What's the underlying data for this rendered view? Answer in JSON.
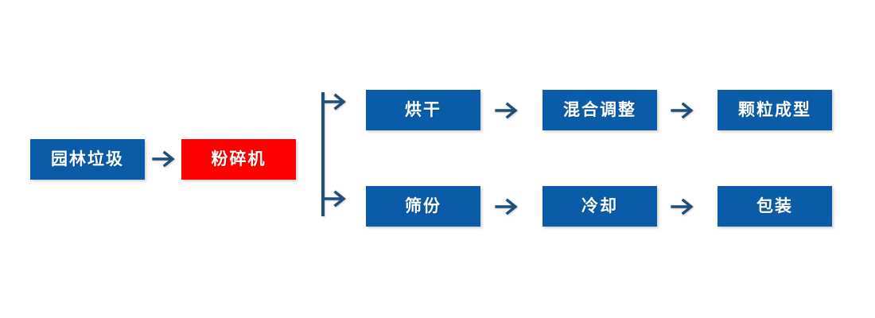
{
  "diagram": {
    "type": "process-flowchart",
    "title": "",
    "colors": {
      "box_blue": "#0A5CA8",
      "box_red": "#FF0000",
      "arrow_navy": "#1F4E79",
      "text_white": "#FFFFFF",
      "background": "#FFFFFF"
    },
    "input_stage": {
      "nodes": [
        {
          "id": "garden-waste",
          "label": "园林垃圾",
          "color": "blue"
        },
        {
          "id": "crusher",
          "label": "粉碎机",
          "color": "red"
        }
      ],
      "arrow_label": "→"
    },
    "branch": {
      "name": "split-connector",
      "outputs": 2
    },
    "rows": [
      {
        "id": "top-row",
        "nodes": [
          {
            "id": "drying",
            "label": "烘干",
            "color": "blue"
          },
          {
            "id": "mixing-adjustment",
            "label": "混合调整",
            "color": "blue"
          },
          {
            "id": "granulation",
            "label": "颗粒成型",
            "color": "blue"
          }
        ]
      },
      {
        "id": "bottom-row",
        "nodes": [
          {
            "id": "screening",
            "label": "筛份",
            "color": "blue"
          },
          {
            "id": "cooling",
            "label": "冷却",
            "color": "blue"
          },
          {
            "id": "packaging",
            "label": "包装",
            "color": "blue"
          }
        ]
      }
    ],
    "arrow_icon_name": "arrow-right-icon"
  }
}
